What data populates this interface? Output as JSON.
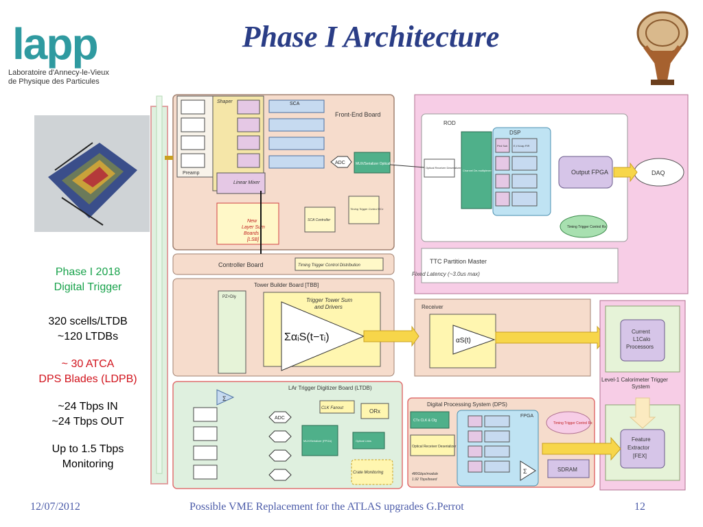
{
  "header": {
    "title": "Phase I Architecture",
    "logo_text": "lapp",
    "logo_subtitle_line1": "Laboratoire d'Annecy-le-Vieux",
    "logo_subtitle_line2": "de  Physique  des  Particules"
  },
  "sidebar": {
    "phase_line1": "Phase I 2018",
    "phase_line2": "Digital Trigger",
    "scells_line1": "320 scells/LTDB",
    "scells_line2": "~120 LTDBs",
    "atca_line1": "~ 30 ATCA",
    "atca_line2": "DPS Blades (LDPB)",
    "tbps_line1": "~24 Tbps IN",
    "tbps_line2": "~24 Tbps OUT",
    "mon_line1": "Up to 1.5 Tbps",
    "mon_line2": "Monitoring"
  },
  "diagram": {
    "shaper": "Shaper",
    "preamp": "Preamp",
    "sca": "SCA",
    "linear_mixer": "Linear Mixer",
    "new_layer_sum_1": "New",
    "new_layer_sum_2": "Layer Sum",
    "new_layer_sum_3": "Boards",
    "new_layer_sum_4": "[LSB]",
    "front_end_board": "Front-End Board",
    "adc": "ADC",
    "mux_serializer": "MUX/Serializer Optical Links",
    "sca_controller": "SCA Controller",
    "ttc_rcx": "Timing Trigger Control RCx",
    "rod": "ROD",
    "dsp": "DSP",
    "optical_receiver": "Optical Receiver Deserializer",
    "channel_demux": "Channel De-multiplexer INPUT FPGA",
    "ped_sub": "Ped Sub",
    "ej_fir": "E,t N-tap FIR",
    "output_fpga": "Output FPGA",
    "daq": "DAQ",
    "timing_rx": "Timing Trigger Control Rx",
    "ttc_partition": "TTC Partition Master",
    "fixed_latency": "Fixed Latency (~3.0us max)",
    "controller_board": "Controller Board",
    "ttc_distribution": "Timing Trigger Control Distribution",
    "tbb": "Tower Builder Board [TBB]",
    "trigger_tower_1": "Trigger Tower Sum",
    "trigger_tower_2": "and Drivers",
    "sum_formula": "ΣαᵢS(t−τᵢ)",
    "receiver": "Receiver",
    "receiver_formula": "αS(t)",
    "l1calo_1": "Current",
    "l1calo_2": "L1Calo",
    "l1calo_3": "Processors",
    "l1_trigger_1": "Level-1 Calorimeter Trigger",
    "l1_trigger_2": "System",
    "ltdb": "LAr Trigger Digitizer Board (LTDB)",
    "clk_fanout": "CLK Fanout",
    "orx": "ORx",
    "mux_fpga": "MUX/Serializer (FPGA)",
    "optical_links": "Optical Links",
    "crate_monitoring": "Crate Monitoring",
    "dps": "Digital Processing System (DPS)",
    "fpga": "FPGA",
    "ctx_clk": "CTx CLK & Cfg",
    "dps_optical_rx": "Optical Receiver Deserializer",
    "dps_timing": "Timing Trigger Control Rx",
    "sdram": "SDRAM",
    "dps_rate_1": "480Gbps/module",
    "dps_rate_2": "1.92 Tbps/board",
    "fex_1": "Feature",
    "fex_2": "Extractor",
    "fex_3": "[FEX]",
    "sigma": "Σ",
    "pz_dly": "PZ+Dly"
  },
  "footer": {
    "date": "12/07/2012",
    "caption": "Possible VME Replacement for the ATLAS upgrades  G.Perrot",
    "page": "12"
  },
  "colors": {
    "title": "#2a3d86",
    "logo": "#2f9aa0",
    "green_text": "#18a24b",
    "red_text": "#d1121b",
    "footer": "#4a5aa8"
  }
}
